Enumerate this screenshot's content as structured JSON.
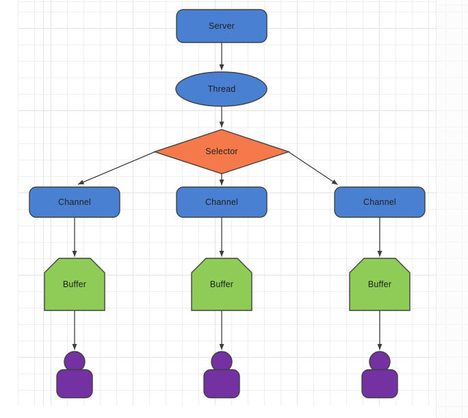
{
  "nodes": {
    "server": {
      "label": "Server",
      "shape": "rounded-rectangle"
    },
    "thread": {
      "label": "Thread",
      "shape": "ellipse"
    },
    "selector": {
      "label": "Selector",
      "shape": "diamond"
    },
    "channel1": {
      "label": "Channel",
      "shape": "rounded-rectangle"
    },
    "channel2": {
      "label": "Channel",
      "shape": "rounded-rectangle"
    },
    "channel3": {
      "label": "Channel",
      "shape": "rounded-rectangle"
    },
    "buffer1": {
      "label": "Buffer",
      "shape": "loop-limit"
    },
    "buffer2": {
      "label": "Buffer",
      "shape": "loop-limit"
    },
    "buffer3": {
      "label": "Buffer",
      "shape": "loop-limit"
    },
    "user1": {
      "icon": "person-icon"
    },
    "user2": {
      "icon": "person-icon"
    },
    "user3": {
      "icon": "person-icon"
    }
  },
  "edges": [
    {
      "from": "server",
      "to": "thread"
    },
    {
      "from": "thread",
      "to": "selector"
    },
    {
      "from": "selector",
      "to": "channel1"
    },
    {
      "from": "selector",
      "to": "channel2"
    },
    {
      "from": "selector",
      "to": "channel3"
    },
    {
      "from": "channel1",
      "to": "buffer1"
    },
    {
      "from": "channel2",
      "to": "buffer2"
    },
    {
      "from": "channel3",
      "to": "buffer3"
    },
    {
      "from": "buffer1",
      "to": "user1"
    },
    {
      "from": "buffer2",
      "to": "user2"
    },
    {
      "from": "buffer3",
      "to": "user3"
    }
  ],
  "colors": {
    "node_blue": "#4a80d1",
    "node_orange": "#f6794c",
    "node_green": "#8ecc57",
    "node_purple": "#7331a1",
    "shape_stroke": "#404040",
    "arrow": "#3d3d3d",
    "label_text": "#1f1f1f",
    "grid_minor": "#efefef",
    "grid_major": "#e3e3e3",
    "canvas_bg": "#ffffff"
  }
}
